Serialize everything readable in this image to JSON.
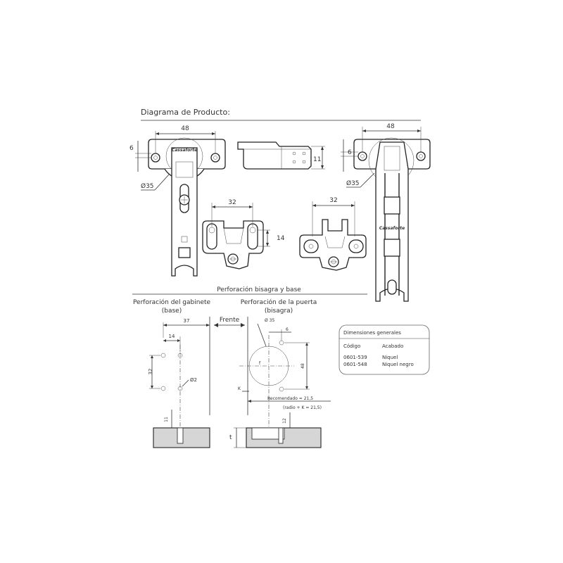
{
  "titles": {
    "product": "Diagrama de Producto:",
    "drilling": "Perforación bisagra y base",
    "cabinet_l1": "Perforación del gabinete",
    "cabinet_l2": "(base)",
    "door_l1": "Perforación de la puerta",
    "door_l2": "(bisagra)"
  },
  "dims": {
    "w48_left": "48",
    "h6_left": "6",
    "d35_left": "Ø35",
    "h11": "11",
    "w32_base_a": "32",
    "h14_base": "14",
    "w32_base_b": "32",
    "w48_right": "48",
    "h6_right": "6",
    "d35_right": "Ø35",
    "c37": "37",
    "c14": "14",
    "c32": "32",
    "c_d2": "Ø2",
    "c11": "11",
    "front": "Frente",
    "door_d35": "Ø 35",
    "door_6": "6",
    "door_48": "48",
    "door_f": "f",
    "door_k": "K",
    "recommended": "Recomendado = 21,5",
    "radio": "(radio + K = 21,5)",
    "door_12": "12",
    "door_t": "t"
  },
  "logo_text": "Cassaforte",
  "spec_box": {
    "title": "Dimensiones generales",
    "headers": [
      "Código",
      "Acabado"
    ],
    "rows": [
      [
        "0601-539",
        "Niquel"
      ],
      [
        "0601-548",
        "Niquel negro"
      ]
    ]
  }
}
